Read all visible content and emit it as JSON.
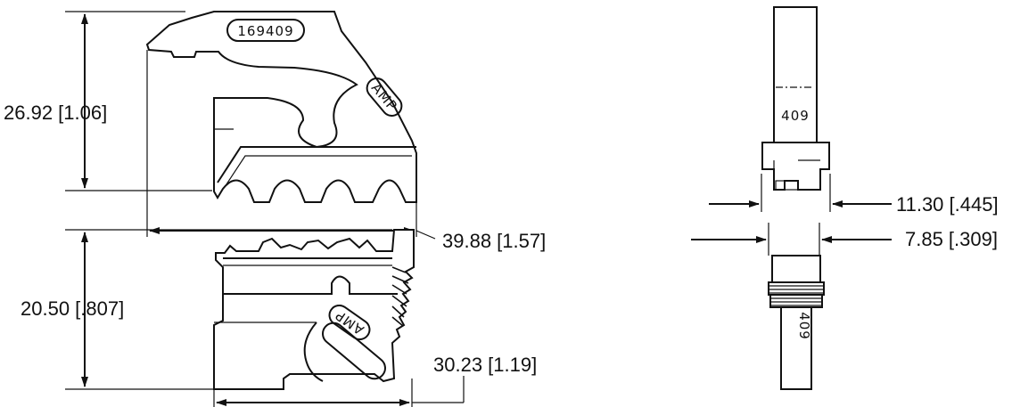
{
  "dimensions": {
    "upper_height": "26.92 [1.06]",
    "upper_width": "39.88 [1.57]",
    "lower_height": "20.50 [.807]",
    "lower_width": "30.23 [1.19]",
    "side_outer": "11.30 [.445]",
    "side_inner": "7.85 [.309]"
  },
  "markings": {
    "part_number": "169409",
    "brand": "AMP",
    "side_upper_number": "409",
    "side_lower_number": "409"
  }
}
